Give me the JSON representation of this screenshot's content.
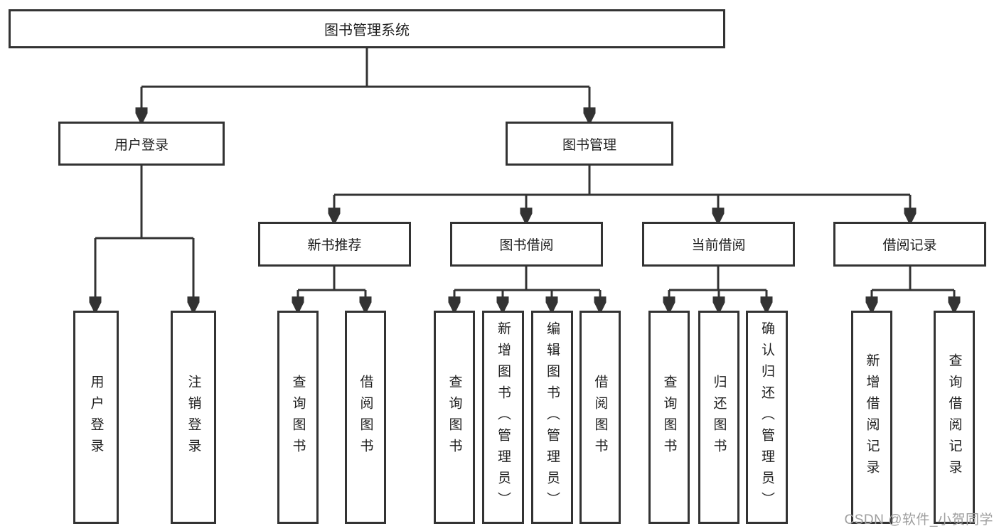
{
  "diagram": {
    "root": "图书管理系统",
    "userLogin": {
      "label": "用户登录",
      "children": [
        "用户登录",
        "注销登录"
      ]
    },
    "bookManagement": {
      "label": "图书管理",
      "sections": [
        {
          "label": "新书推荐",
          "children": [
            "查询图书",
            "借阅图书"
          ]
        },
        {
          "label": "图书借阅",
          "children": [
            "查询图书",
            "新增图书（管理员）",
            "编辑图书（管理员）",
            "借阅图书"
          ]
        },
        {
          "label": "当前借阅",
          "children": [
            "查询图书",
            "归还图书",
            "确认归还（管理员）"
          ]
        },
        {
          "label": "借阅记录",
          "children": [
            "新增借阅记录",
            "查询借阅记录"
          ]
        }
      ]
    }
  },
  "watermark": "CSDN @软件_小贺同学",
  "colors": {
    "line": "#333333",
    "text": "#1f1f1f",
    "watermark": "#9e9e9e",
    "background": "#ffffff"
  }
}
